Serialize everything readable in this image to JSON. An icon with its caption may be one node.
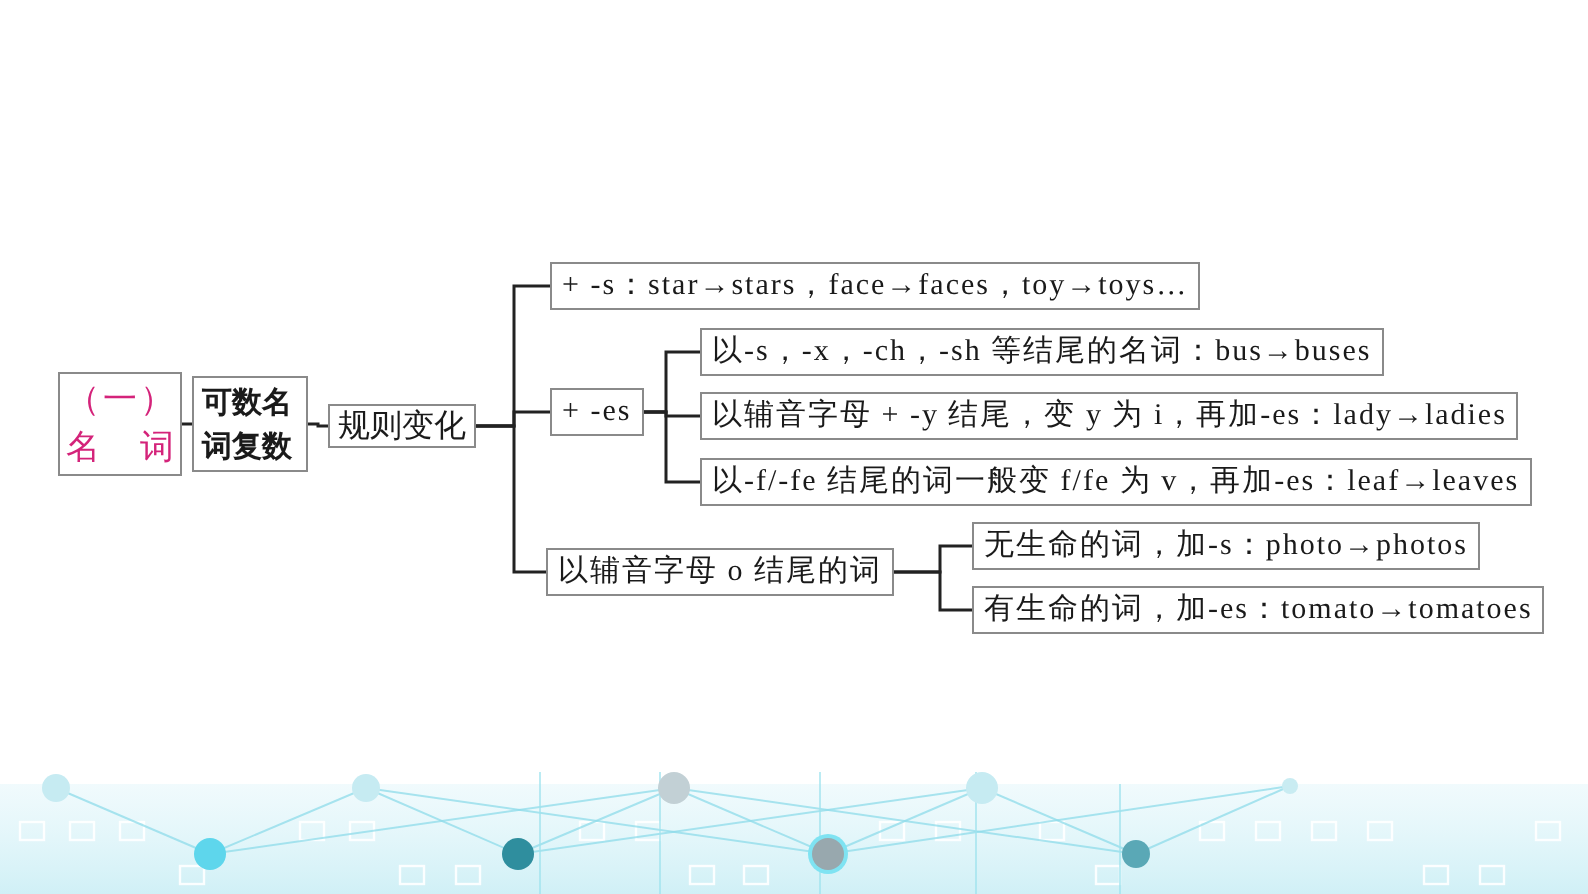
{
  "diagram": {
    "nodes": [
      {
        "text": [
          "（一）名词"
        ]
      },
      {
        "text": [
          "可数名词复数"
        ]
      },
      {
        "text": [
          "规则变化"
        ]
      },
      {
        "text": [
          "+ -s：star→stars，face→faces，toy→toys…"
        ]
      },
      {
        "text": [
          "+ -es"
        ]
      },
      {
        "text": [
          "以-s，-x，-ch，-sh 等结尾的名词：bus→buses"
        ]
      },
      {
        "text": [
          "以辅音字母 + -y 结尾，变 y 为 i，再加-es：lady→ladies"
        ]
      },
      {
        "text": [
          "以-f/-fe 结尾的词一般变 f/fe 为 v，再加-es：leaf→leaves"
        ]
      },
      {
        "text": [
          "以辅音字母 o 结尾的词"
        ]
      },
      {
        "text": [
          "无生命的词，加-s：photo→photos"
        ]
      },
      {
        "text": [
          "有生命的词，加-es：tomato→tomatoes"
        ]
      }
    ],
    "edges": [
      {
        "from": 0,
        "to": 1,
        "arrow": "none"
      },
      {
        "from": 1,
        "to": 2,
        "arrow": "none"
      },
      {
        "from": 2,
        "to": 3,
        "arrow": "none"
      },
      {
        "from": 2,
        "to": 4,
        "arrow": "none"
      },
      {
        "from": 2,
        "to": 8,
        "arrow": "none"
      },
      {
        "from": 4,
        "to": 5,
        "arrow": "none"
      },
      {
        "from": 4,
        "to": 6,
        "arrow": "none"
      },
      {
        "from": 4,
        "to": 7,
        "arrow": "none"
      },
      {
        "from": 8,
        "to": 9,
        "arrow": "none"
      },
      {
        "from": 8,
        "to": 10,
        "arrow": "none"
      }
    ]
  }
}
